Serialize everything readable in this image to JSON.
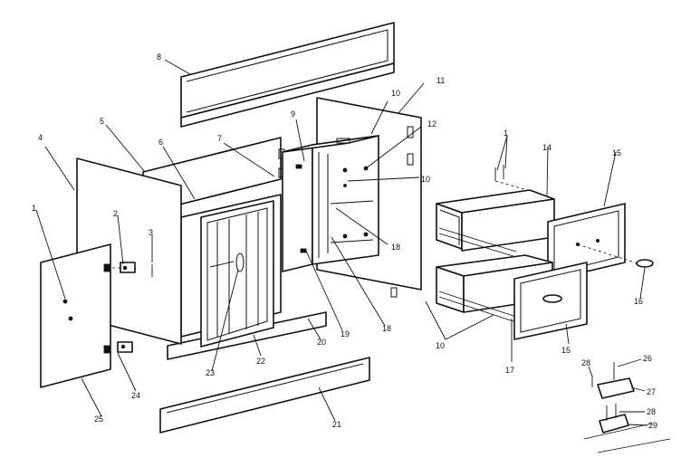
{
  "callouts": [
    {
      "id": "c1",
      "text": "1"
    },
    {
      "id": "c2",
      "text": "2"
    },
    {
      "id": "c3",
      "text": "3"
    },
    {
      "id": "c4",
      "text": "4"
    },
    {
      "id": "c5",
      "text": "5"
    },
    {
      "id": "c6",
      "text": "6"
    },
    {
      "id": "c7",
      "text": "7"
    },
    {
      "id": "c8",
      "text": "8"
    },
    {
      "id": "c9",
      "text": "9"
    },
    {
      "id": "c10a",
      "text": "10"
    },
    {
      "id": "c11",
      "text": "11"
    },
    {
      "id": "c12",
      "text": "12"
    },
    {
      "id": "c1b",
      "text": "1"
    },
    {
      "id": "c14",
      "text": "14"
    },
    {
      "id": "c15a",
      "text": "15"
    },
    {
      "id": "c10b",
      "text": "10"
    },
    {
      "id": "c18a",
      "text": "18"
    },
    {
      "id": "c18b",
      "text": "18"
    },
    {
      "id": "c19",
      "text": "19"
    },
    {
      "id": "c20",
      "text": "20"
    },
    {
      "id": "c21",
      "text": "21"
    },
    {
      "id": "c22",
      "text": "22"
    },
    {
      "id": "c23",
      "text": "23"
    },
    {
      "id": "c24",
      "text": "24"
    },
    {
      "id": "c25",
      "text": "25"
    },
    {
      "id": "c16",
      "text": "16"
    },
    {
      "id": "c15b",
      "text": "15"
    },
    {
      "id": "c17",
      "text": "17"
    },
    {
      "id": "c10c",
      "text": "10"
    },
    {
      "id": "c26",
      "text": "26"
    },
    {
      "id": "c27",
      "text": "27"
    },
    {
      "id": "c28a",
      "text": "28"
    },
    {
      "id": "c28b",
      "text": "28"
    },
    {
      "id": "c29",
      "text": "29"
    }
  ]
}
